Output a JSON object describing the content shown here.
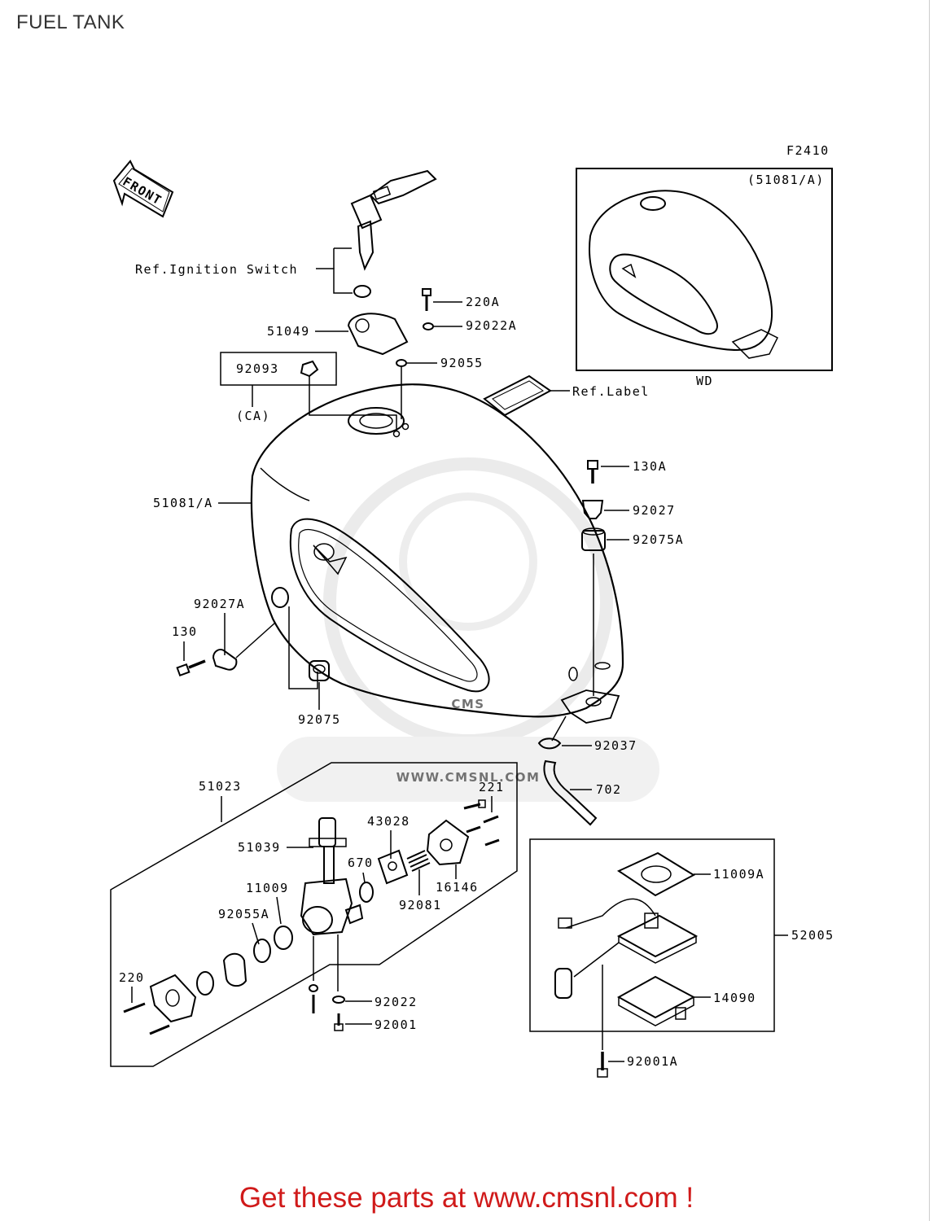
{
  "title": "FUEL TANK",
  "figure_code": "F2410",
  "front_label": "FRONT",
  "inset": {
    "callout": "(51081/A)",
    "model_tag": "WD"
  },
  "watermark": {
    "text": "WWW.CMSNL.COM",
    "logo": "CMS"
  },
  "labels": {
    "ref_ignition": "Ref.Ignition Switch",
    "p220A": "220A",
    "p51049": "51049",
    "p92022A": "92022A",
    "p92093": "92093",
    "p92055": "92055",
    "ca": "(CA)",
    "ref_label": "Ref.Label",
    "p130A": "130A",
    "p51081A": "51081/A",
    "p92027": "92027",
    "p92075A": "92075A",
    "p92027A": "92027A",
    "p130": "130",
    "p92075": "92075",
    "p92037": "92037",
    "p51023": "51023",
    "p221": "221",
    "p702": "702",
    "p43028": "43028",
    "p51039": "51039",
    "p670": "670",
    "p16146": "16146",
    "p11009": "11009",
    "p92081": "92081",
    "p92055A": "92055A",
    "p220": "220",
    "p92022": "92022",
    "p92001": "92001",
    "p11009A": "11009A",
    "p52005": "52005",
    "p14090": "14090",
    "p92001A": "92001A"
  },
  "footer": "Get these parts at www.cmsnl.com !",
  "colors": {
    "line": "#000000",
    "footer": "#d01a1a",
    "watermark": "#e6e6e6"
  }
}
